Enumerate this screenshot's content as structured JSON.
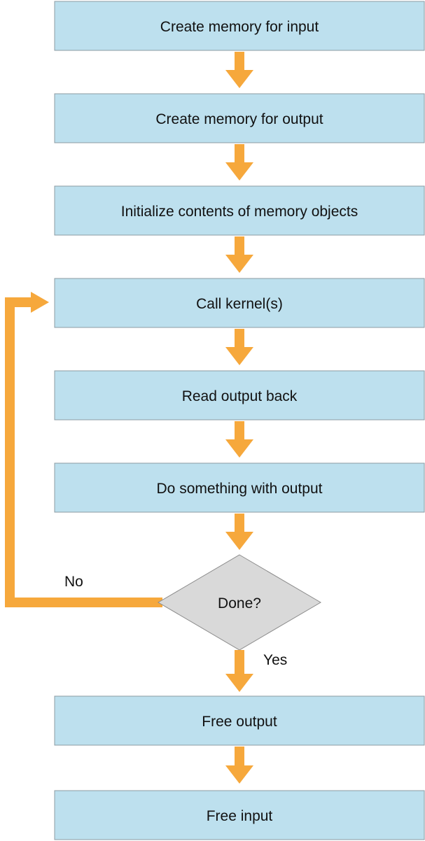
{
  "steps": [
    {
      "label": "Create memory for input"
    },
    {
      "label": "Create memory for output"
    },
    {
      "label": "Initialize contents of memory objects"
    },
    {
      "label": "Call kernel(s)"
    },
    {
      "label": "Read output back"
    },
    {
      "label": "Do something with output"
    },
    {
      "label": "Free output"
    },
    {
      "label": "Free input"
    }
  ],
  "decision": {
    "label": "Done?",
    "no_label": "No",
    "yes_label": "Yes"
  },
  "colors": {
    "box_fill": "#bde0ee",
    "arrow": "#f6a83c",
    "decision_fill": "#d9d9d9"
  }
}
